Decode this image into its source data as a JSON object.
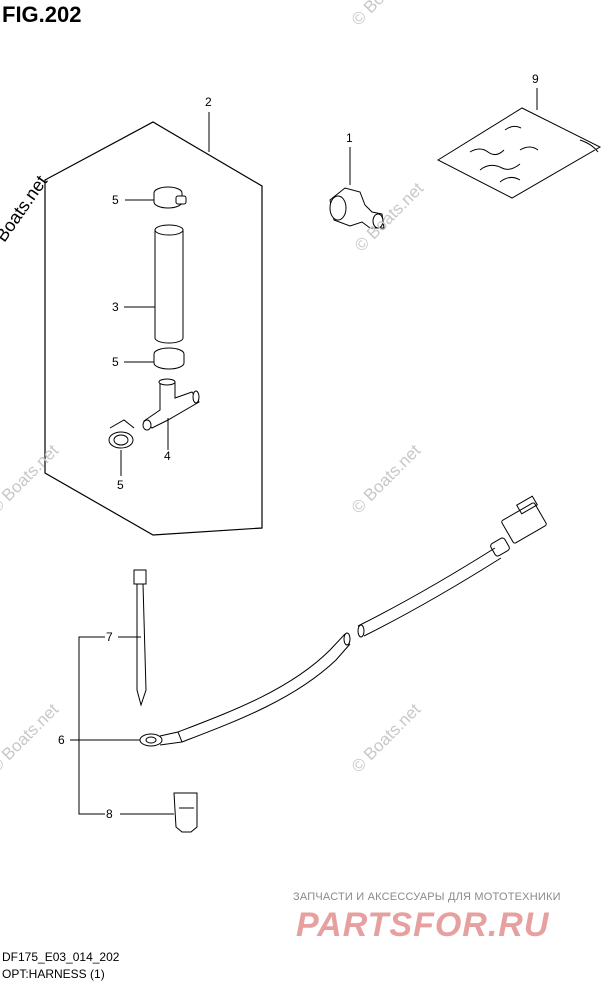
{
  "figure": {
    "title": "FIG.202",
    "code": "DF175_E03_014_202",
    "caption": "OPT:HARNESS (1)"
  },
  "callouts": {
    "n1": "1",
    "n2": "2",
    "n3": "3",
    "n4": "4",
    "n5a": "5",
    "n5b": "5",
    "n5c": "5",
    "n6": "6",
    "n7": "7",
    "n8": "8",
    "n9": "9"
  },
  "watermarks": {
    "main": "© Boats.net",
    "faint": "© Boats.net"
  },
  "promo": {
    "tagline": "ЗАПЧАСТИ И АКСЕССУАРЫ ДЛЯ МОТОТЕХНИКИ",
    "logo": "PARTSFOR.RU"
  }
}
